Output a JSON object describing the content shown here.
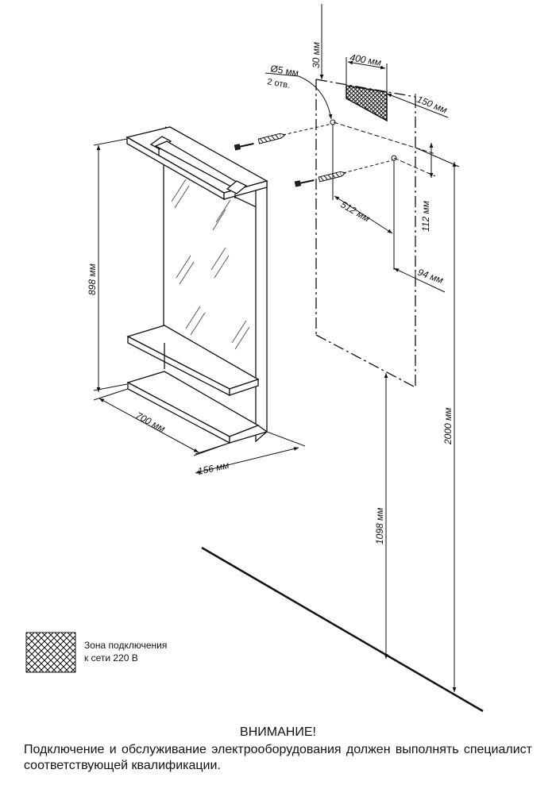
{
  "dimensions": {
    "cabinet_height": "898 мм",
    "cabinet_width": "700 мм",
    "cabinet_depth": "156 мм",
    "top_offset": "30 мм",
    "zone_width": "400 мм",
    "side_offset": "150 мм",
    "hole_diameter": "Ø5 мм",
    "hole_count": "2 отв.",
    "hole_vertical": "112 мм",
    "hole_spacing": "512 мм",
    "hole_side": "94 мм",
    "floor_to_bottom": "1098 мм",
    "floor_to_top": "2000 мм"
  },
  "legend": {
    "line1": "Зона подключения",
    "line2": "к сети 220 В"
  },
  "warning": {
    "title": "ВНИМАНИЕ!",
    "text": "Подключение и обслуживание электрооборудования должен выполнять специалист соответствующей квалификации."
  },
  "icons": [
    "hatch-zone-icon",
    "screw-icon",
    "lamp-icon"
  ]
}
